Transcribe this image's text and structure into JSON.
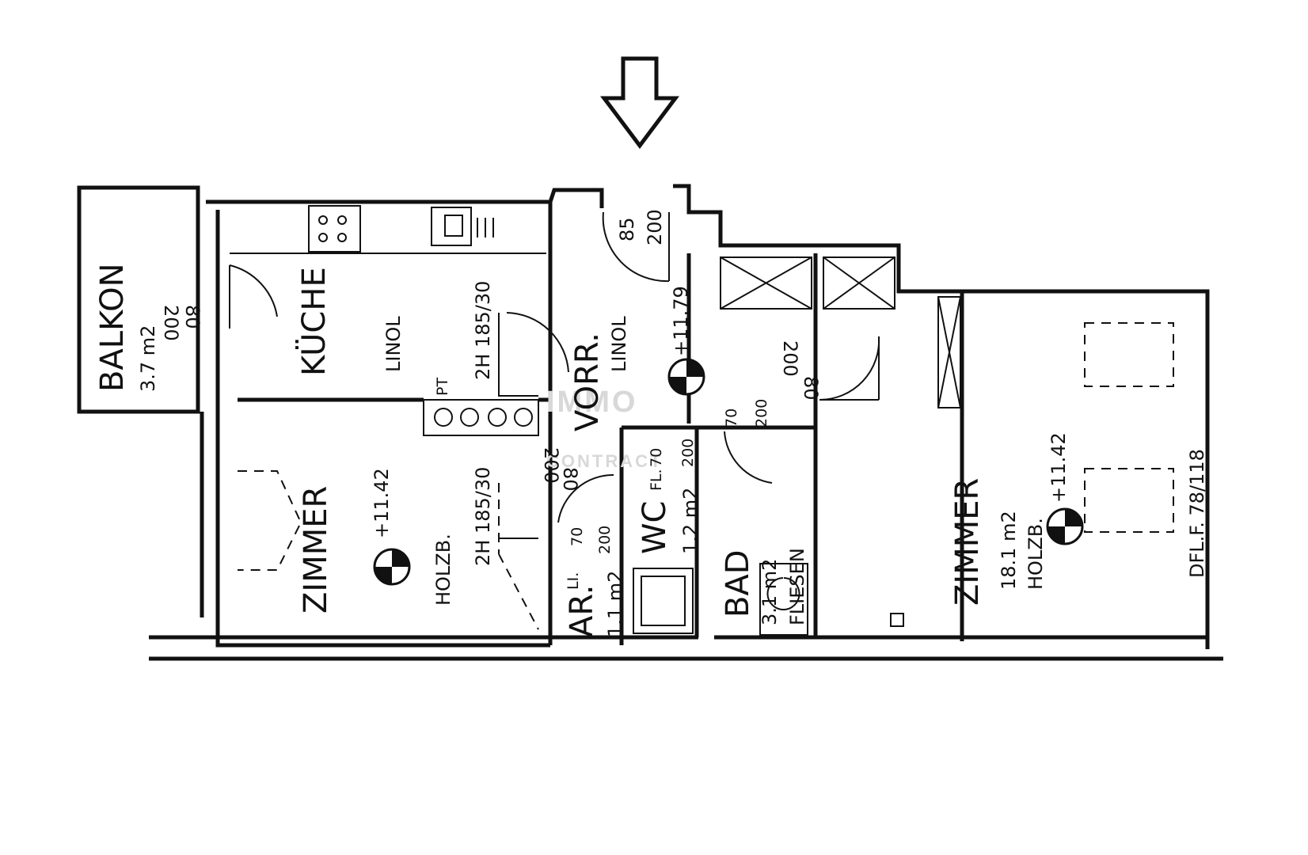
{
  "rooms": {
    "balkon": {
      "name": "BALKON",
      "area": "3.7 m2",
      "door_w": "80",
      "door_h": "200"
    },
    "kueche": {
      "name": "KÜCHE",
      "floor": "LINOL",
      "pt": "PT",
      "window": "2H 185/30"
    },
    "zimmer_left": {
      "name": "ZIMMER",
      "level": "+11.42",
      "floor": "HOLZB.",
      "window": "2H 185/30",
      "door_w": "80",
      "door_h": "200"
    },
    "vorr": {
      "name": "VORR.",
      "floor": "LINOL",
      "level": "+11.79",
      "entry_w": "85",
      "entry_h": "200"
    },
    "ar": {
      "name": "AR.",
      "area": "1.1 m2",
      "floor": "LI.",
      "door_w": "70",
      "door_h": "200"
    },
    "wc": {
      "name": "WC",
      "area": "1.2 m2",
      "floor": "FL.",
      "door_w": "70",
      "door_h": "200"
    },
    "bad": {
      "name": "BAD",
      "area": "3.1 m2",
      "floor": "FLIESEN",
      "door_w": "70",
      "door_h": "200"
    },
    "zimmer_right": {
      "name": "ZIMMER",
      "area": "18.1 m2",
      "floor": "HOLZB.",
      "level": "+11.42",
      "window": "DFL.F. 78/118",
      "door_w": "80",
      "door_h": "200"
    }
  },
  "watermark": {
    "line1": "IMMO",
    "line2": "CONTRACT"
  },
  "colors": {
    "ink": "#111111",
    "paper": "#ffffff",
    "watermark": "#d8d8d8"
  },
  "icons": {
    "entrance": "down-arrow-icon",
    "level_marker": "level-marker-icon"
  }
}
